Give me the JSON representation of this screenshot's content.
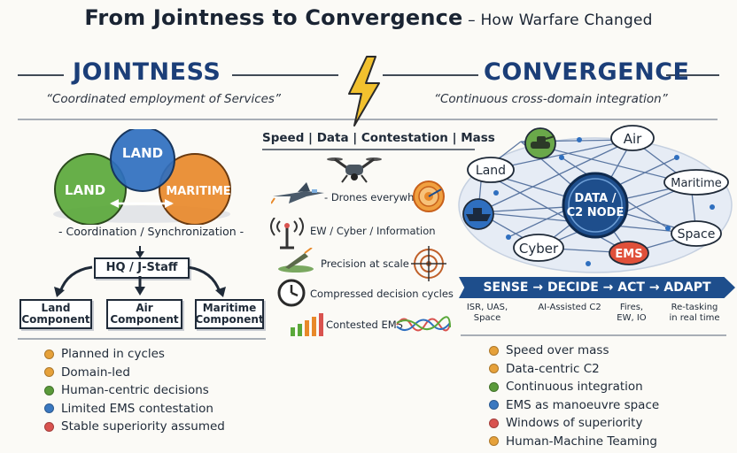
{
  "title": {
    "main": "From Jointness to Convergence",
    "dash": " – ",
    "sub": "How Warfare Changed"
  },
  "jointness": {
    "title": "JOINTNESS",
    "quote": "“Coordinated employment of Services”",
    "domains": [
      "LAND",
      "LAND",
      "MARITIME"
    ],
    "coordination_label": "- Coordination / Synchronization -",
    "hq_label": "HQ / J-Staff",
    "components": [
      {
        "line1": "Land",
        "line2": "Component"
      },
      {
        "line1": "Air",
        "line2": "Component"
      },
      {
        "line1": "Maritime",
        "line2": "Component"
      }
    ],
    "bullets": [
      {
        "text": "Planned in cycles",
        "color": "#e6a13a"
      },
      {
        "text": "Domain-led",
        "color": "#e6a13a"
      },
      {
        "text": "Human-centric decisions",
        "color": "#5a9a3a"
      },
      {
        "text": "Limited EMS contestation",
        "color": "#3a78c0"
      },
      {
        "text": "Stable superiority assumed",
        "color": "#d9534f"
      }
    ]
  },
  "middle": {
    "header": "Speed | Data | Contestation | Mass",
    "items": [
      "Drones everywhere",
      "EW / Cyber / Information",
      "Precision at scale",
      "Compressed decision cycles",
      "Contested EMS"
    ]
  },
  "convergence": {
    "title": "CONVERGENCE",
    "quote": "“Continuous cross-domain integration”",
    "node_label_1": "DATA /",
    "node_label_2": "C2 NODE",
    "domains": [
      "Air",
      "Land",
      "Maritime",
      "Space",
      "Cyber",
      "EMS"
    ],
    "sda": "SENSE → DECIDE → ACT → ADAPT",
    "sda_subs": [
      {
        "line1": "ISR, UAS,",
        "line2": "Space"
      },
      {
        "line1": "AI-Assisted C2",
        "line2": ""
      },
      {
        "line1": "Fires,",
        "line2": "EW, IO"
      },
      {
        "line1": "Re-tasking",
        "line2": "in real time"
      }
    ],
    "bullets": [
      {
        "text": "Speed over mass",
        "color": "#e6a13a"
      },
      {
        "text": "Data-centric C2",
        "color": "#e6a13a"
      },
      {
        "text": "Continuous integration",
        "color": "#5a9a3a"
      },
      {
        "text": "EMS as manoeuvre space",
        "color": "#3a78c0"
      },
      {
        "text": "Windows of superiority",
        "color": "#d9534f"
      },
      {
        "text": "Human-Machine Teaming",
        "color": "#e6a13a"
      }
    ]
  },
  "colors": {
    "land_green": "#5aa83a",
    "land_blue": "#2f6fbf",
    "maritime_orange": "#e8892a",
    "navy": "#1e4e8c",
    "lightning": "#f2c12e"
  },
  "icons": [
    "drone-icon",
    "fighter-jet-icon",
    "radar-target-icon",
    "antenna-icon",
    "precision-target-icon",
    "clock-icon",
    "bar-chart-icon",
    "signal-wave-icon",
    "lightning-icon",
    "tank-icon",
    "ship-icon"
  ]
}
